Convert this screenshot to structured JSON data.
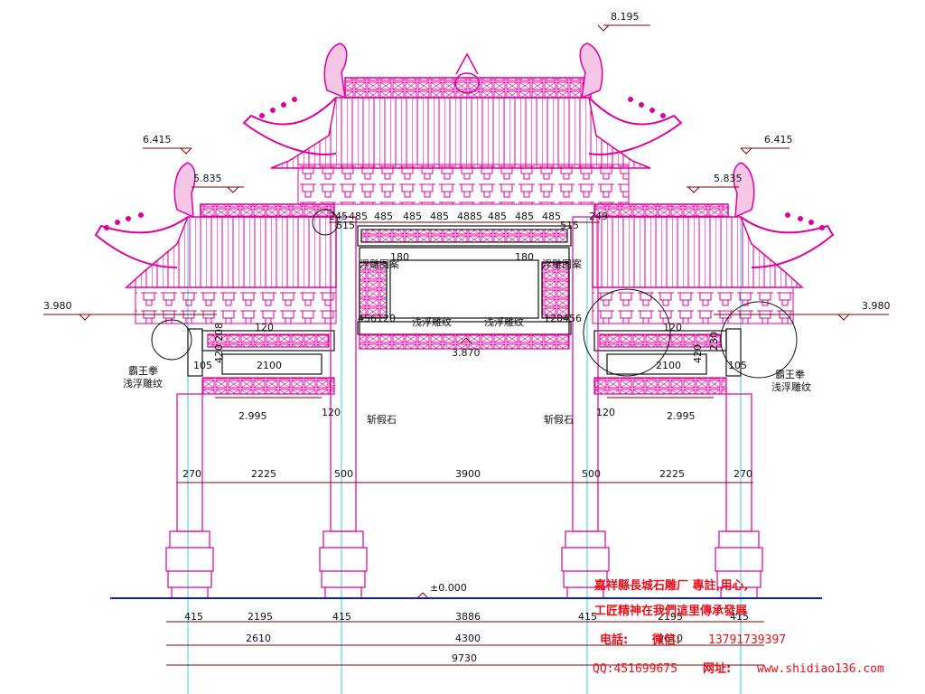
{
  "elevations": {
    "top": "8.195",
    "side_top_left": "6.415",
    "side_top_right": "6.415",
    "side_eave_left": "5.835",
    "side_eave_right": "5.835",
    "beam_left": "3.980",
    "beam_right": "3.980",
    "center_beam": "3.870",
    "ground": "±0.000"
  },
  "labels": {
    "panel_carve_left": "浮雕图案",
    "panel_carve_right": "浮雕图案",
    "shallow_carve_1": "浅浮雕纹",
    "shallow_carve_2": "浅浮雕纹",
    "bawang_left_1": "霸王拳",
    "bawang_left_2": "浅浮雕纹",
    "bawang_right_1": "霸王拳",
    "bawang_right_2": "浅浮雕纹",
    "stone_left": "斩假石",
    "stone_right": "斩假石"
  },
  "dims": {
    "top_row": [
      "245",
      "485",
      "485",
      "485",
      "485",
      "4885",
      "485",
      "485",
      "485",
      "249"
    ],
    "top_row_extra": [
      "515",
      "515"
    ],
    "center_h_left": "180",
    "center_h_right": "180",
    "center_left_pair": "456120",
    "center_right_pair": "120456",
    "side_beam_w_left": "2100",
    "side_beam_w_right": "2100",
    "side_120_left": "120",
    "side_120_right": "120",
    "side_420_left": "420",
    "side_420_right": "420",
    "side_105_left": "105",
    "side_105_right": "105",
    "side_208_left": "208",
    "side_230_right": "230",
    "side_base_left": "2.995",
    "side_base_right": "2.995",
    "col_120_left": "120",
    "col_120_right": "120",
    "spans": [
      "270",
      "2225",
      "500",
      "3900",
      "500",
      "2225",
      "270"
    ],
    "bottom_row1": [
      "415",
      "2195",
      "415",
      "3886",
      "415",
      "2195",
      "415"
    ],
    "bottom_row2": [
      "2610",
      "4300",
      "2610"
    ],
    "bottom_total": "9730"
  },
  "ad": {
    "line1": "嘉祥縣長城石雕厂 專註,用心,",
    "line2": "工匠精神在我們這里傳承發展",
    "line3_label": "电話:",
    "line3_wechat": "微信:",
    "line3_number": "13791739397",
    "line4_qq": "QQ:451699675",
    "line4_web_label": "网址:",
    "line4_web": "www.shidiao136.com"
  },
  "colors": {
    "roof": "#e0009c",
    "structure": "#101010",
    "column": "#2fd0e0",
    "ground": "#1020c0",
    "dimension": "#800000",
    "ad_text": "#e8101a"
  }
}
